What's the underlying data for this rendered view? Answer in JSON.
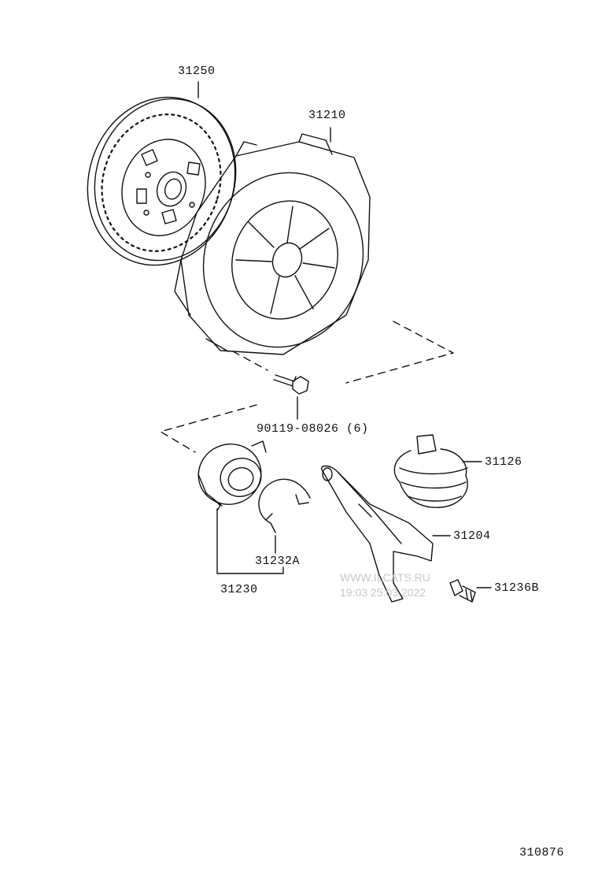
{
  "colors": {
    "line": "#111111",
    "background": "#ffffff",
    "watermark": "#c8c8c8"
  },
  "parts": [
    {
      "id": "disc",
      "number": "31250"
    },
    {
      "id": "cover",
      "number": "31210"
    },
    {
      "id": "bolt",
      "number": "90119-08026 (6)"
    },
    {
      "id": "boot",
      "number": "31126"
    },
    {
      "id": "fork",
      "number": "31204"
    },
    {
      "id": "clip",
      "number": "31232A"
    },
    {
      "id": "bearing",
      "number": "31230"
    },
    {
      "id": "pivot",
      "number": "31236B"
    }
  ],
  "watermark": {
    "site": "WWW.ILCATS.RU",
    "timestamp": "19:03 25.03.2022"
  },
  "diagram_code": "310876"
}
